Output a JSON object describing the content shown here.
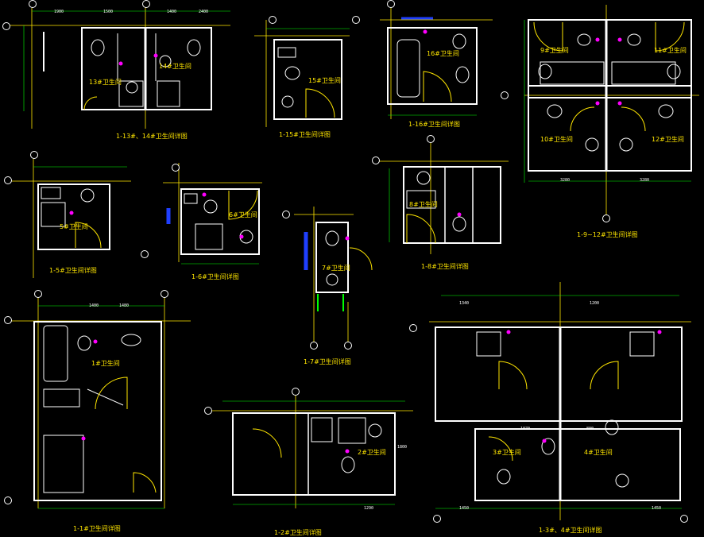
{
  "colors": {
    "background": "#000000",
    "walls": "#ffffff",
    "axis": "#ffe600",
    "door": "#ffe600",
    "fixture": "#ffffff",
    "dimension": "#00ff00",
    "marker": "#ff00ff",
    "window": "#1f3fff",
    "text": "#ffe600"
  },
  "captions": {
    "d13": "1-13#、14#卫生间详图",
    "d15": "1-15#卫生间详图",
    "d16": "1-16#卫生间详图",
    "d9": "1-9~12#卫生间详图",
    "d5": "1-5#卫生间详图",
    "d6": "1-6#卫生间详图",
    "d7": "1-7#卫生间详图",
    "d8": "1-8#卫生间详图",
    "d1": "1-1#卫生间详图",
    "d2": "1-2#卫生间详图",
    "d3": "1-3#、4#卫生间详图"
  },
  "room_labels": {
    "r13": "13#卫生间",
    "r14": "14#卫生间",
    "r15": "15#卫生间",
    "r16": "16#卫生间",
    "r9": "9#卫生间",
    "r10": "10#卫生间",
    "r11": "11#卫生间",
    "r12": "12#卫生间",
    "r5": "5#卫生间",
    "r6": "6#卫生间",
    "r7": "7#卫生间",
    "r8": "8#卫生间",
    "r1": "1#卫生间",
    "r2": "2#卫生间",
    "r3": "3#卫生间",
    "r4": "4#卫生间"
  },
  "dims": {
    "a1": "1900",
    "a2": "1500",
    "a3": "1400",
    "a4": "2400",
    "b1": "1400",
    "b2": "1480",
    "b3": "1340",
    "b4": "1200",
    "c1": "1070",
    "c2": "800",
    "c3": "1290",
    "c4": "1800",
    "e1": "3280",
    "e2": "3280",
    "e3": "1450",
    "e4": "1450"
  }
}
